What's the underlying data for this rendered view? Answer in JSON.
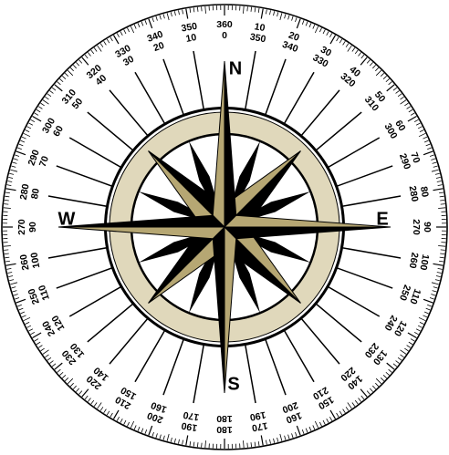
{
  "compass": {
    "cardinals": [
      {
        "label": "N",
        "bearing": 0
      },
      {
        "label": "E",
        "bearing": 90
      },
      {
        "label": "S",
        "bearing": 180
      },
      {
        "label": "W",
        "bearing": 270
      }
    ],
    "degree_labels": [
      {
        "bearing": 0,
        "outer": "360",
        "inner": "0"
      },
      {
        "bearing": 10,
        "outer": "10",
        "inner": "350"
      },
      {
        "bearing": 20,
        "outer": "20",
        "inner": "340"
      },
      {
        "bearing": 30,
        "outer": "30",
        "inner": "330"
      },
      {
        "bearing": 40,
        "outer": "40",
        "inner": "320"
      },
      {
        "bearing": 50,
        "outer": "50",
        "inner": "310"
      },
      {
        "bearing": 60,
        "outer": "60",
        "inner": "300"
      },
      {
        "bearing": 70,
        "outer": "70",
        "inner": "290"
      },
      {
        "bearing": 80,
        "outer": "80",
        "inner": "280"
      },
      {
        "bearing": 90,
        "outer": "90",
        "inner": "270"
      },
      {
        "bearing": 100,
        "outer": "100",
        "inner": "260"
      },
      {
        "bearing": 110,
        "outer": "110",
        "inner": "250"
      },
      {
        "bearing": 120,
        "outer": "120",
        "inner": "240"
      },
      {
        "bearing": 130,
        "outer": "130",
        "inner": "230"
      },
      {
        "bearing": 140,
        "outer": "140",
        "inner": "220"
      },
      {
        "bearing": 150,
        "outer": "150",
        "inner": "210"
      },
      {
        "bearing": 160,
        "outer": "160",
        "inner": "200"
      },
      {
        "bearing": 170,
        "outer": "170",
        "inner": "190"
      },
      {
        "bearing": 180,
        "outer": "180",
        "inner": "180"
      },
      {
        "bearing": 190,
        "outer": "190",
        "inner": "170"
      },
      {
        "bearing": 200,
        "outer": "200",
        "inner": "160"
      },
      {
        "bearing": 210,
        "outer": "210",
        "inner": "150"
      },
      {
        "bearing": 220,
        "outer": "220",
        "inner": "140"
      },
      {
        "bearing": 230,
        "outer": "230",
        "inner": "130"
      },
      {
        "bearing": 240,
        "outer": "240",
        "inner": "120"
      },
      {
        "bearing": 250,
        "outer": "250",
        "inner": "110"
      },
      {
        "bearing": 260,
        "outer": "260",
        "inner": "100"
      },
      {
        "bearing": 270,
        "outer": "270",
        "inner": "90"
      },
      {
        "bearing": 280,
        "outer": "280",
        "inner": "80"
      },
      {
        "bearing": 290,
        "outer": "290",
        "inner": "70"
      },
      {
        "bearing": 300,
        "outer": "300",
        "inner": "60"
      },
      {
        "bearing": 310,
        "outer": "310",
        "inner": "50"
      },
      {
        "bearing": 320,
        "outer": "320",
        "inner": "40"
      },
      {
        "bearing": 330,
        "outer": "330",
        "inner": "30"
      },
      {
        "bearing": 340,
        "outer": "340",
        "inner": "20"
      },
      {
        "bearing": 350,
        "outer": "350",
        "inner": "10"
      }
    ],
    "colors": {
      "ink": "#000000",
      "gold": "#b6a773",
      "ring_fill": "#e0d8bb",
      "background": "#ffffff"
    }
  }
}
